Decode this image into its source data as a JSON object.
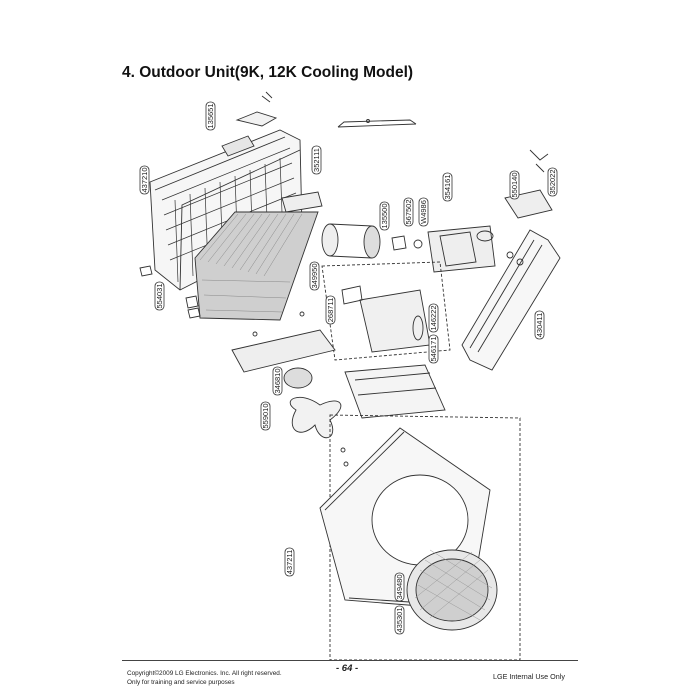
{
  "page": {
    "heading": "4. Outdoor Unit(9K, 12K Cooling Model)",
    "copyright_line1": "Copyright©2009 LG Electronics. Inc. All right reserved.",
    "copyright_line2": "Only for training and service purposes",
    "page_number": "- 64 -",
    "internal_use": "LGE Internal Use Only"
  },
  "diagram": {
    "part_labels": {
      "p135651": "135651",
      "p437210": "437210",
      "p352111": "352111",
      "p554031": "554031",
      "p135500": "135500",
      "p567502": "567502",
      "pW4986": "W4986",
      "p354161": "354161",
      "p550140": "550140",
      "p352022": "352022",
      "p349950": "349950",
      "p268711": "268711",
      "p146222": "146222",
      "p546171": "546171",
      "p430411": "430411",
      "p346810": "346810",
      "p559010": "559010",
      "p437211": "437211",
      "p349480": "349480",
      "p435301": "435301"
    }
  }
}
